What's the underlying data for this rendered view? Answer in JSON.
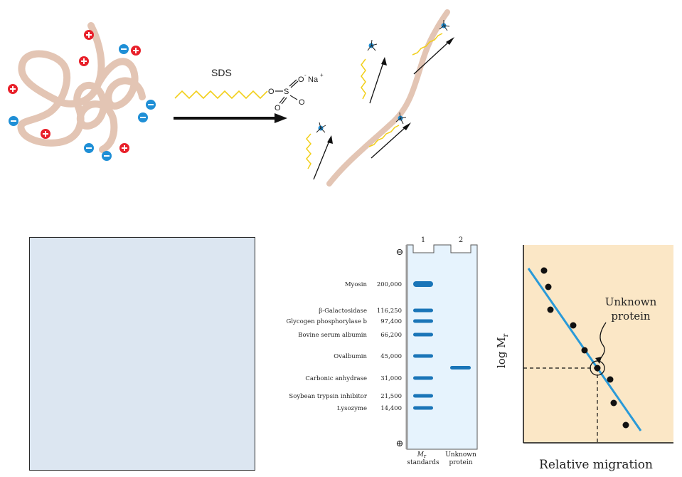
{
  "top": {
    "sds_label": "SDS",
    "o1": "O",
    "o2": "O",
    "o3": "O",
    "o4": "O",
    "s": "S",
    "minus": "-",
    "na": "Na",
    "plus": "+"
  },
  "gel": {
    "lane1": "1",
    "lane2": "2",
    "neg_electrode": "⊖",
    "pos_electrode": "⊕",
    "lane1_caption_line1": "M",
    "lane1_caption_sub": "r",
    "lane1_caption_line2": "standards",
    "lane2_caption_line1": "Unknown",
    "lane2_caption_line2": "protein",
    "standards": [
      {
        "name": "Myosin",
        "mr": "200,000"
      },
      {
        "name": "β-Galactosidase",
        "mr": "116,250"
      },
      {
        "name": "Glycogen phosphorylase b",
        "mr": "97,400"
      },
      {
        "name": "Bovine serum albumin",
        "mr": "66,200"
      },
      {
        "name": "Ovalbumin",
        "mr": "45,000"
      },
      {
        "name": "Carbonic anhydrase",
        "mr": "31,000"
      },
      {
        "name": "Soybean trypsin inhibitor",
        "mr": "21,500"
      },
      {
        "name": "Lysozyme",
        "mr": "14,400"
      }
    ]
  },
  "plot": {
    "ylabel": "log M",
    "ylabel_sub": "r",
    "xlabel": "Relative migration",
    "annotation_line1": "Unknown",
    "annotation_line2": "protein",
    "bg_color": "#fbe7c6",
    "line_color": "#2a9ad8"
  },
  "colors": {
    "protein": "#e3c5b4",
    "positive": "#e8202a",
    "negative": "#1f8fd6",
    "sds_tail": "#f2cf1b",
    "band": "#1a75b8",
    "gel": "#e6f3fd",
    "panel": "#dce6f1"
  }
}
